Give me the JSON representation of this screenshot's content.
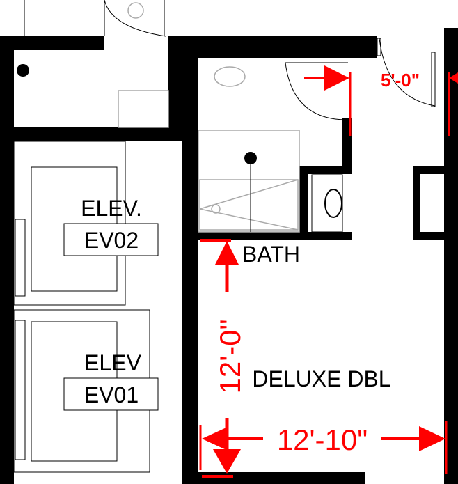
{
  "labels": {
    "elev_top": "ELEV.",
    "elev_top_tag": "EV02",
    "elev_bottom": "ELEV",
    "elev_bottom_tag": "EV01",
    "bath": "BATH",
    "room": "DELUXE DBL"
  },
  "dimensions": {
    "door_width": "5'-0\"",
    "room_depth": "12'-0\"",
    "room_width": "12'-10\""
  },
  "colors": {
    "wall": "#000000",
    "annotation": "#ff0000",
    "fixture": "#aaaaaa"
  }
}
